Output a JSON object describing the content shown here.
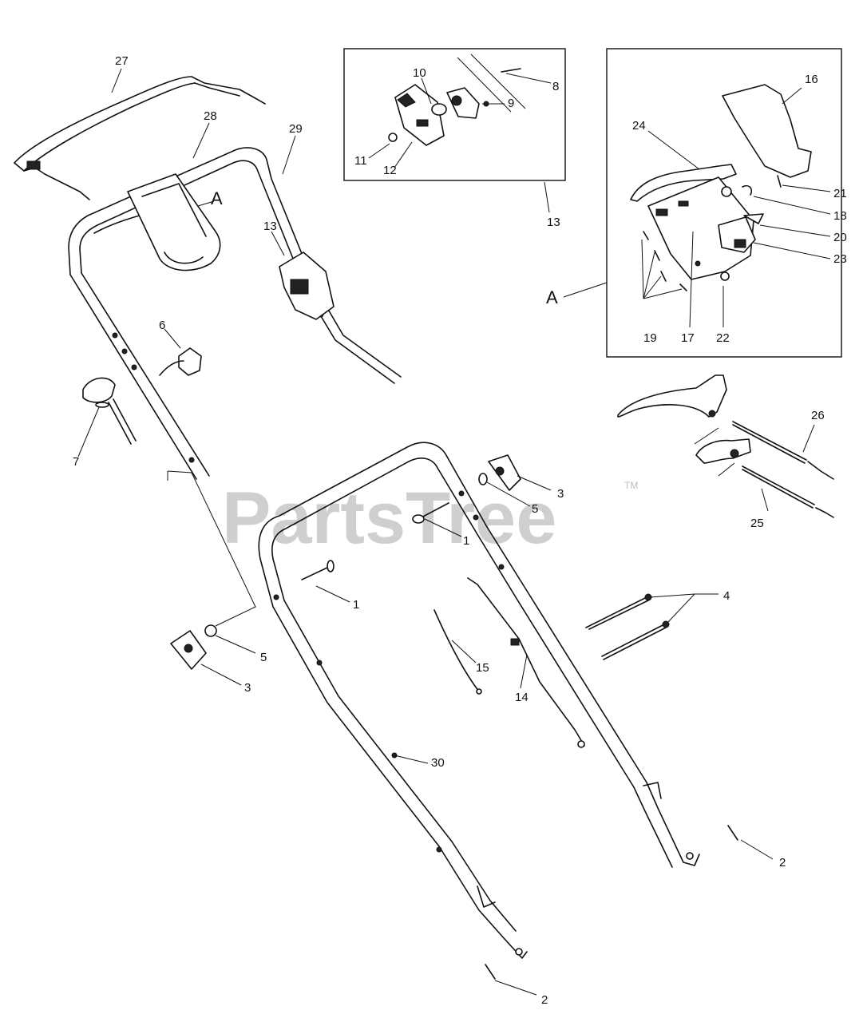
{
  "watermark": {
    "text": "PartsTree",
    "trademark": "TM",
    "color": "#cfcfcf"
  },
  "insets": [
    {
      "name": "inset-13",
      "caption": "13"
    },
    {
      "name": "inset-a",
      "caption": "A"
    }
  ],
  "callouts": {
    "c27": "27",
    "c28": "28",
    "c29": "29",
    "cA_handle": "A",
    "c13_main": "13",
    "c6": "6",
    "c7": "7",
    "c10": "10",
    "c8": "8",
    "c9": "9",
    "c11": "11",
    "c12": "12",
    "c13_inset": "13",
    "c16": "16",
    "c24": "24",
    "c21": "21",
    "c18": "18",
    "c20": "20",
    "c23": "23",
    "cA_inset": "A",
    "c19": "19",
    "c17": "17",
    "c22": "22",
    "c26": "26",
    "c25": "25",
    "c3_top": "3",
    "c5_top": "5",
    "c1_top": "1",
    "c1_mid": "1",
    "c4": "4",
    "c5_left": "5",
    "c3_left": "3",
    "c15": "15",
    "c14": "14",
    "c30": "30",
    "c2_right": "2",
    "c2_bottom": "2"
  }
}
